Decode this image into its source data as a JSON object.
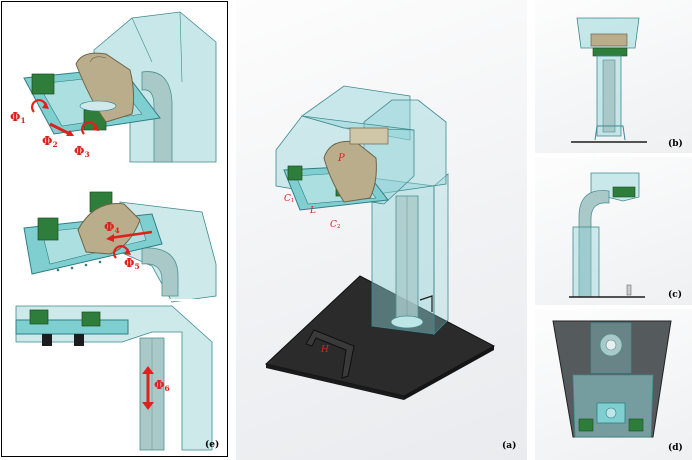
{
  "panels": {
    "a": {
      "label": "(a)"
    },
    "b": {
      "label": "(b)"
    },
    "c": {
      "label": "(c)"
    },
    "d": {
      "label": "(d)"
    },
    "e": {
      "label": "(e)"
    }
  },
  "annotations_a": {
    "P": "P",
    "C1_base": "C",
    "C1_sub": "1",
    "L": "L",
    "C2_base": "C",
    "C2_sub": "2",
    "H": "H"
  },
  "annotations_e": {
    "phi1_base": "Φ",
    "phi1_sub": "1",
    "phi2_base": "Φ",
    "phi2_sub": "2",
    "phi3_base": "Φ",
    "phi3_sub": "3",
    "phi4_base": "Φ",
    "phi4_sub": "4",
    "phi5_base": "Φ",
    "phi5_sub": "5",
    "phi6_base": "Φ",
    "phi6_sub": "6"
  },
  "colors": {
    "glass": "#8fd3d6",
    "glass_edge": "#3e8a8f",
    "plate": "#2b2b2b",
    "pcb": "#7fcfd1",
    "motor": "#2f7d3a",
    "head": "#b9ad8c",
    "annotation": "#e0201c"
  }
}
